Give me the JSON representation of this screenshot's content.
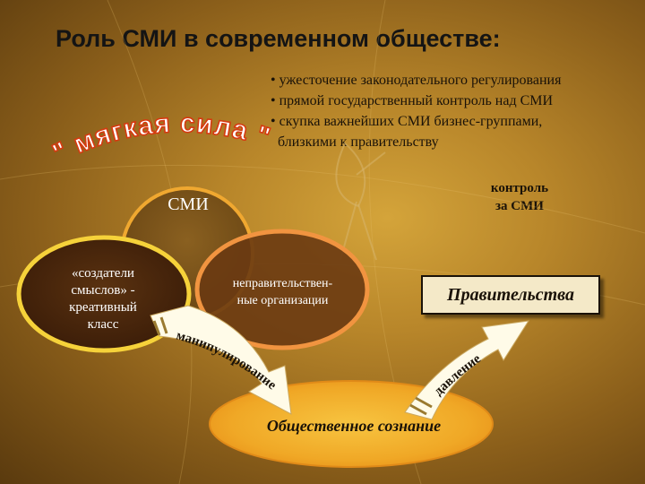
{
  "title": "Роль СМИ в современном обществе:",
  "bullets": [
    "• ужесточение законодательного регулирования",
    "• прямой государственный контроль над СМИ",
    "• скупка важнейших СМИ бизнес-группами,",
    "  близкими к правительству"
  ],
  "soft_power": "\" мягкая сила \"",
  "control_label": [
    "контроль",
    "за СМИ"
  ],
  "smi_label": "СМИ",
  "creators_label": [
    "«создатели",
    "смыслов» -",
    "креативный",
    "класс"
  ],
  "ngo_label": [
    "неправительствен-",
    "ные организации"
  ],
  "government_label": "Правительства",
  "manipulation_label": "манипулирование",
  "pressure_label": "давление",
  "public_consciousness_label": "Общественное сознание",
  "colors": {
    "text_dark": "#1a1208",
    "ellipse_fill": "#f2ae2c",
    "ellipse_border": "#f7d13a",
    "arrow_fill": "#fffbe8",
    "gov_box_bg": "#f4e9c8",
    "soft_power_text": "#ffffff",
    "soft_power_outline": "#d63a10"
  }
}
